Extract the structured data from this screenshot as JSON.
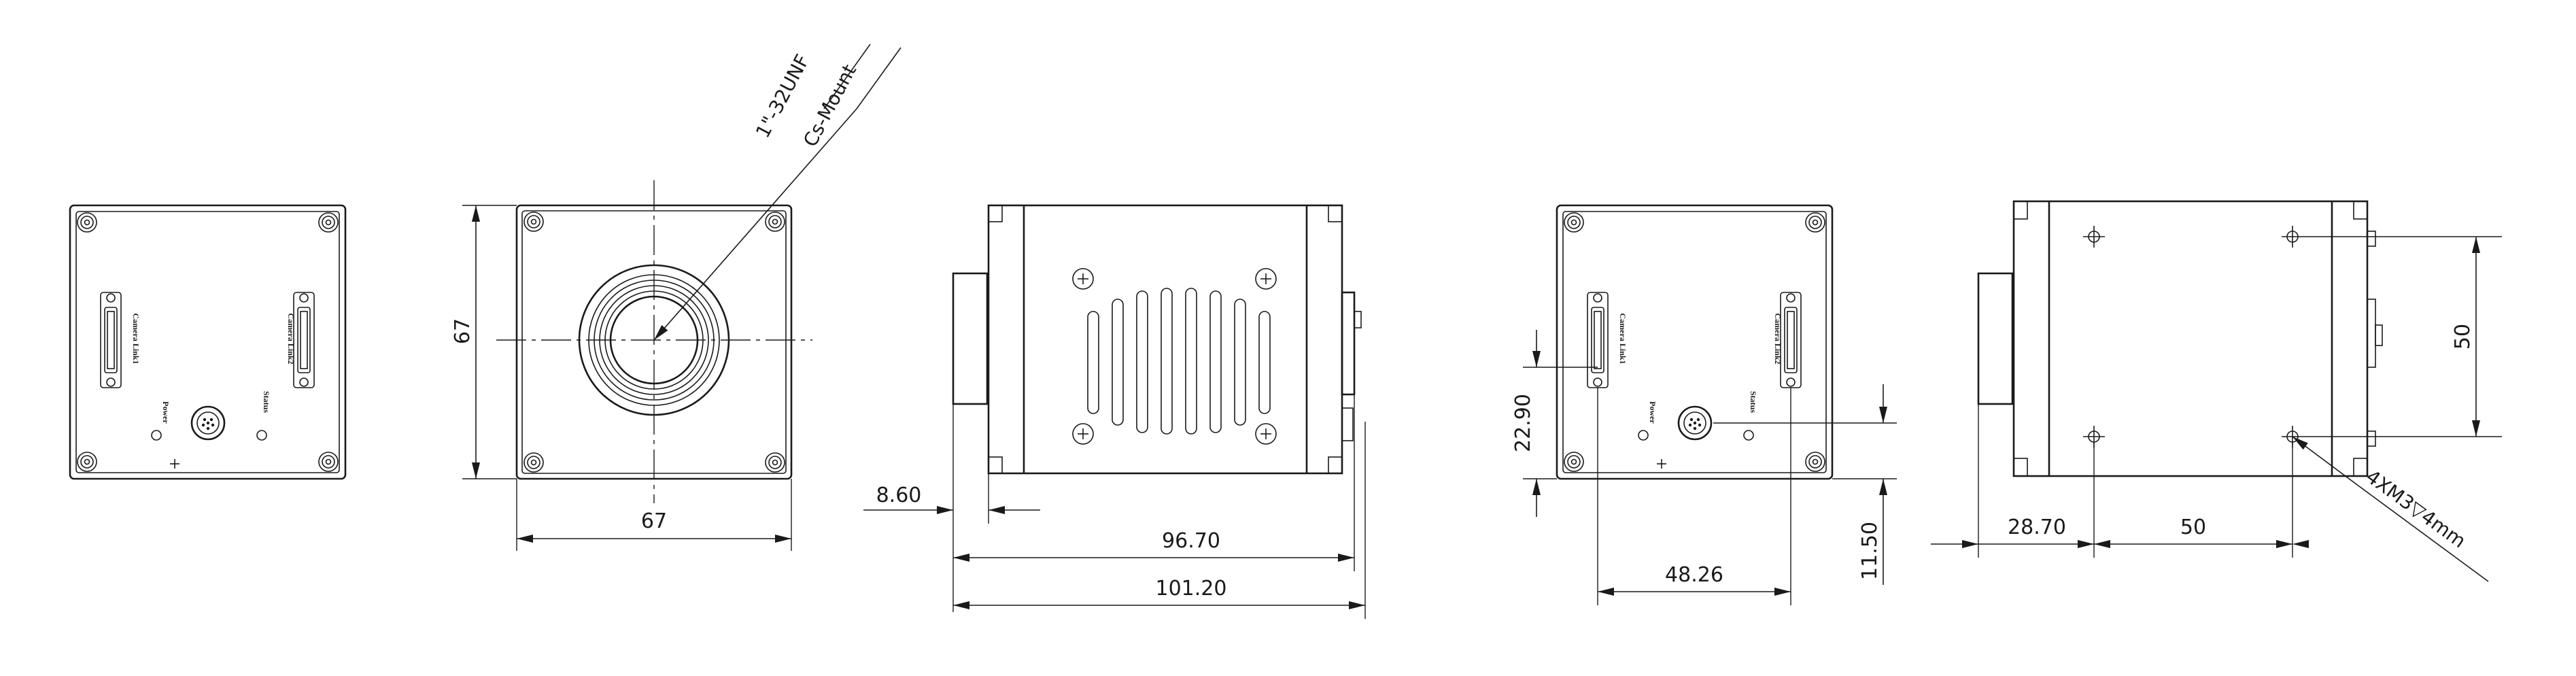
{
  "views": {
    "rear_view": {
      "connector_left_label": "Camera Link1",
      "connector_right_label": "Camera Link2",
      "led_left_label": "Power",
      "led_right_label": "Status"
    },
    "front_view": {
      "mount_label_line1": "1\"-32UNF",
      "mount_label_line2": "Cs-Mount",
      "height_dim": "67",
      "width_dim": "67"
    },
    "side_view": {
      "flange_dim": "8.60",
      "body_dim": "96.70",
      "total_dim": "101.20"
    },
    "rear_dims_view": {
      "connector_left_label": "Camera Link1",
      "connector_right_label": "Camera Link2",
      "led_left_label": "Power",
      "led_right_label": "Status",
      "vertical_dim": "22.90",
      "horizontal_dim": "48.26",
      "offset_dim": "11.50"
    },
    "bottom_view": {
      "offset_dim": "28.70",
      "hole_spacing_h": "50",
      "hole_spacing_v": "50",
      "hole_callout": "4XM3▽4mm"
    }
  }
}
